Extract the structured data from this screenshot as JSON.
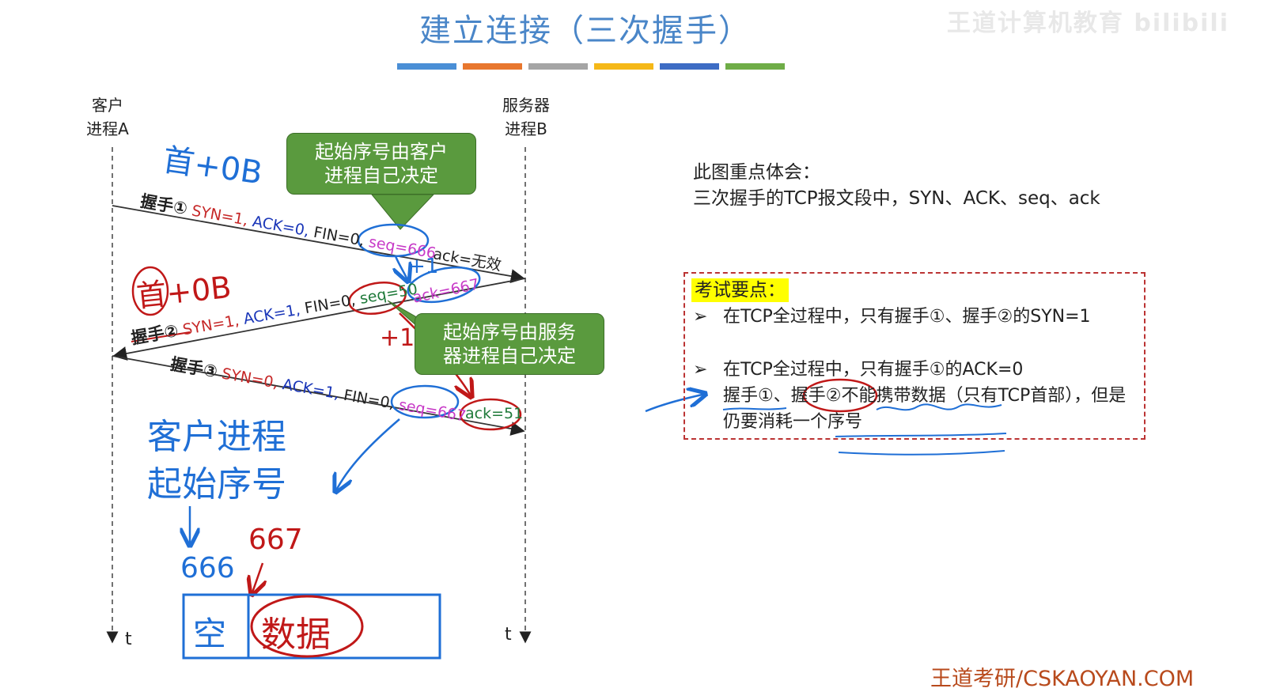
{
  "page": {
    "title": "建立连接（三次握手）",
    "watermark": "王道计算机教育 bilibili",
    "footer": "王道考研/CSKAOYAN.COM",
    "color_bars": [
      "#4a8fd6",
      "#e8772e",
      "#a5a5a5",
      "#f5b818",
      "#3d6cc4",
      "#6fad47"
    ]
  },
  "diagram": {
    "client_label": [
      "客户",
      "进程A"
    ],
    "server_label": [
      "服务器",
      "进程B"
    ],
    "time_label_client": "t",
    "time_label_server": "t",
    "bubble_client": [
      "起始序号由客户",
      "进程自己决定"
    ],
    "bubble_server": [
      "起始序号由服务",
      "器进程自己决定"
    ],
    "msg1": {
      "name": "握手①",
      "syn": "SYN=1,",
      "ack": "ACK=0,",
      "fin": "FIN=0,",
      "seq": "seq=666",
      "ack_num": "ack=无效"
    },
    "msg2": {
      "name": "握手②",
      "syn": "SYN=1,",
      "ack": "ACK=1,",
      "fin": "FIN=0,",
      "seq": "seq=50",
      "ack_num": "ack=667"
    },
    "msg3": {
      "name": "握手③",
      "syn": "SYN=0,",
      "ack": "ACK=1,",
      "fin": "FIN=0,",
      "seq": "seq=667",
      "ack_num": "ack=51"
    }
  },
  "annotations": {
    "first_blue": "首+0B",
    "first_red": "首+0B",
    "plus1_a": "+1",
    "plus1_b": "+1",
    "client_seq_line1": "客户进程",
    "client_seq_line2": "起始序号",
    "num_666": "666",
    "num_667": "667",
    "box_empty": "空",
    "box_data": "数据"
  },
  "notes": {
    "line1": "此图重点体会：",
    "line2": "三次握手的TCP报文段中，SYN、ACK、seq、ack"
  },
  "exam": {
    "title": "考试要点：",
    "bullet_symbol": "➢",
    "items": [
      "在TCP全过程中，只有握手①、握手②的SYN=1",
      "在TCP全过程中，只有握手①的ACK=0",
      "握手①、握手②不能携带数据（只有TCP首部），但是仍要消耗一个序号"
    ]
  }
}
